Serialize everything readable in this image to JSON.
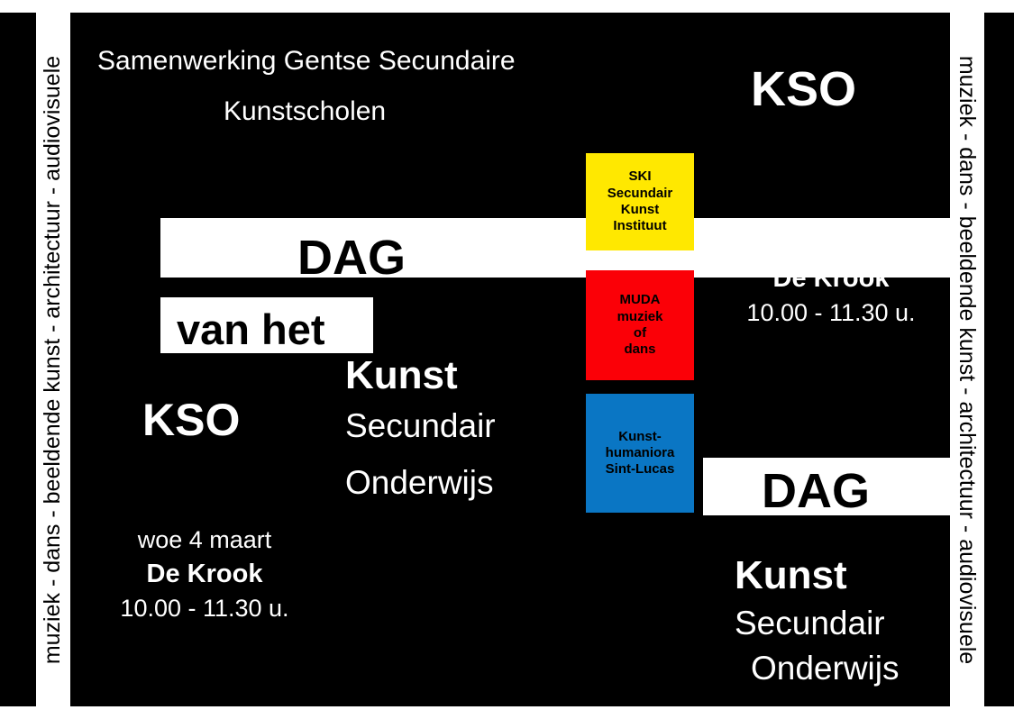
{
  "poster": {
    "header": {
      "line1": "Samenwerking Gentse Secundaire",
      "line2": "Kunstscholen"
    },
    "headline_left": {
      "dag": "DAG",
      "van_het": "van het",
      "kunst": "Kunst",
      "secundair": "Secundair",
      "onderwijs": "Onderwijs",
      "kso": "KSO"
    },
    "headline_right": {
      "kso": "KSO",
      "dag": "DAG",
      "kunst": "Kunst",
      "secundair": "Secundair",
      "onderwijs": "Onderwijs"
    },
    "event": {
      "date": "woe 4 maart",
      "venue": "De Krook",
      "time": "10.00 - 11.30 u."
    },
    "schools": [
      {
        "id": "ski",
        "color": "#ffe800",
        "lines": [
          "SKI",
          "Secundair",
          "Kunst",
          "Instituut"
        ]
      },
      {
        "id": "muda",
        "color": "#fb0007",
        "lines": [
          "MUDA",
          "muziek",
          "of",
          "dans"
        ]
      },
      {
        "id": "sint-lucas",
        "color": "#0a76c4",
        "lines": [
          "Kunst-",
          "humaniora",
          "Sint-Lucas"
        ]
      }
    ],
    "side_text": "muziek - dans - beeldende kunst - architectuur - audiovisuele",
    "colors": {
      "background": "#000000",
      "foreground": "#ffffff",
      "yellow": "#ffe800",
      "red": "#fb0007",
      "blue": "#0a76c4"
    }
  },
  "matrix": {
    "description": "barcode-like black modules on white ground",
    "cells": [
      [
        0,
        14,
        1125,
        770
      ],
      [
        18,
        14,
        1089,
        12
      ],
      [
        18,
        40,
        22,
        744
      ],
      [
        1085,
        40,
        22,
        744
      ],
      [
        88,
        36,
        870,
        22
      ],
      [
        960,
        36,
        125,
        22
      ],
      [
        88,
        62,
        22,
        28
      ],
      [
        790,
        62,
        46,
        28
      ],
      [
        880,
        62,
        205,
        28
      ],
      [
        88,
        92,
        997,
        24
      ],
      [
        178,
        118,
        720,
        26
      ],
      [
        1085,
        118,
        0,
        0
      ],
      [
        88,
        146,
        90,
        26
      ],
      [
        316,
        146,
        26,
        26
      ],
      [
        386,
        146,
        62,
        26
      ],
      [
        510,
        146,
        62,
        26
      ],
      [
        600,
        146,
        100,
        26
      ],
      [
        760,
        146,
        26,
        26
      ],
      [
        830,
        146,
        255,
        26
      ],
      [
        88,
        172,
        90,
        28
      ],
      [
        316,
        172,
        26,
        28
      ],
      [
        386,
        172,
        62,
        28
      ],
      [
        510,
        172,
        62,
        28
      ],
      [
        600,
        172,
        40,
        28
      ],
      [
        700,
        172,
        26,
        28
      ],
      [
        770,
        172,
        16,
        28
      ],
      [
        830,
        172,
        255,
        28
      ],
      [
        88,
        200,
        90,
        34
      ],
      [
        316,
        200,
        26,
        34
      ],
      [
        386,
        200,
        62,
        34
      ],
      [
        510,
        200,
        62,
        34
      ],
      [
        600,
        200,
        40,
        34
      ],
      [
        770,
        200,
        315,
        34
      ],
      [
        88,
        234,
        90,
        22
      ],
      [
        178,
        234,
        410,
        22
      ],
      [
        600,
        234,
        40,
        22
      ],
      [
        770,
        234,
        315,
        22
      ],
      [
        88,
        256,
        90,
        60
      ],
      [
        178,
        256,
        26,
        60
      ],
      [
        600,
        256,
        40,
        60
      ],
      [
        770,
        256,
        40,
        60
      ],
      [
        88,
        316,
        90,
        34
      ],
      [
        178,
        316,
        236,
        34
      ],
      [
        600,
        316,
        40,
        34
      ],
      [
        770,
        316,
        40,
        34
      ],
      [
        88,
        350,
        90,
        72
      ],
      [
        178,
        350,
        26,
        72
      ],
      [
        418,
        350,
        40,
        72
      ],
      [
        490,
        350,
        90,
        72
      ],
      [
        600,
        350,
        40,
        72
      ],
      [
        770,
        350,
        40,
        72
      ],
      [
        88,
        422,
        997,
        14
      ],
      [
        88,
        436,
        22,
        36
      ],
      [
        358,
        436,
        26,
        36
      ],
      [
        600,
        436,
        40,
        36
      ],
      [
        780,
        436,
        305,
        36
      ],
      [
        88,
        472,
        22,
        36
      ],
      [
        600,
        472,
        18,
        36
      ],
      [
        640,
        472,
        26,
        36
      ],
      [
        780,
        472,
        50,
        36
      ],
      [
        880,
        472,
        205,
        36
      ],
      [
        88,
        508,
        22,
        22
      ],
      [
        600,
        508,
        40,
        22
      ],
      [
        780,
        508,
        70,
        22
      ],
      [
        88,
        530,
        22,
        50
      ],
      [
        128,
        530,
        42,
        50
      ],
      [
        212,
        530,
        42,
        50
      ],
      [
        296,
        530,
        42,
        50
      ],
      [
        380,
        530,
        42,
        50
      ],
      [
        464,
        530,
        42,
        50
      ],
      [
        548,
        530,
        42,
        50
      ],
      [
        600,
        530,
        40,
        50
      ],
      [
        780,
        530,
        305,
        50
      ],
      [
        88,
        580,
        997,
        14
      ],
      [
        88,
        594,
        22,
        28
      ],
      [
        344,
        594,
        70,
        28
      ],
      [
        440,
        594,
        26,
        28
      ],
      [
        500,
        594,
        40,
        28
      ],
      [
        580,
        594,
        26,
        28
      ],
      [
        648,
        594,
        160,
        28
      ],
      [
        816,
        594,
        190,
        28
      ],
      [
        1030,
        594,
        55,
        28
      ],
      [
        88,
        622,
        22,
        30
      ],
      [
        344,
        622,
        70,
        30
      ],
      [
        440,
        622,
        26,
        30
      ],
      [
        500,
        622,
        40,
        30
      ],
      [
        580,
        622,
        26,
        30
      ],
      [
        648,
        622,
        160,
        30
      ],
      [
        1030,
        622,
        55,
        30
      ],
      [
        88,
        652,
        22,
        26
      ],
      [
        344,
        652,
        70,
        26
      ],
      [
        440,
        652,
        26,
        26
      ],
      [
        500,
        652,
        40,
        26
      ],
      [
        580,
        652,
        26,
        26
      ],
      [
        648,
        652,
        160,
        26
      ],
      [
        816,
        652,
        269,
        26
      ],
      [
        88,
        678,
        22,
        26
      ],
      [
        344,
        678,
        70,
        26
      ],
      [
        440,
        678,
        26,
        26
      ],
      [
        500,
        678,
        40,
        26
      ],
      [
        580,
        678,
        26,
        26
      ],
      [
        648,
        678,
        160,
        26
      ],
      [
        88,
        704,
        240,
        26
      ],
      [
        400,
        704,
        60,
        26
      ],
      [
        480,
        704,
        40,
        26
      ],
      [
        560,
        704,
        40,
        26
      ],
      [
        648,
        704,
        437,
        26
      ],
      [
        88,
        730,
        640,
        26
      ],
      [
        760,
        730,
        325,
        26
      ],
      [
        88,
        756,
        997,
        14
      ]
    ]
  }
}
